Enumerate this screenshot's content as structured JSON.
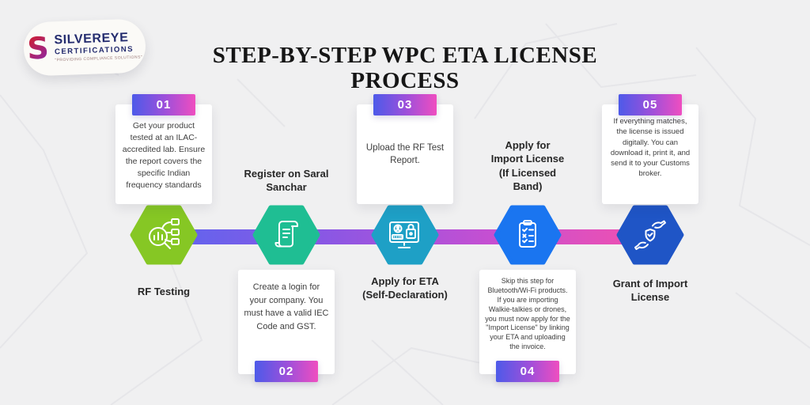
{
  "title": "STEP-BY-STEP WPC ETA LICENSE PROCESS",
  "logo": {
    "monogram": "S",
    "brand": "SILVEREYE",
    "sub": "CERTIFICATIONS",
    "tagline": "\"PROVIDING COMPLIANCE SOLUTIONS\""
  },
  "theme": {
    "background": "#f0f0f1",
    "card_background": "#ffffff",
    "title_color": "#161616",
    "card_text_color": "#3e3e3e",
    "label_color": "#272727",
    "badge_gradient": [
      "#4d5ae9",
      "#ef4ec0"
    ],
    "timeline_gradient": [
      "#5c66ef",
      "#8a57e4",
      "#c44fd2",
      "#f350ae"
    ]
  },
  "steps": [
    {
      "number": "01",
      "position": "top",
      "card_text": "Get your product tested at an ILAC-accredited lab. Ensure the report covers the specific Indian frequency standards",
      "label": "RF Testing",
      "hex_color": "#86c724",
      "icon": "rf-analysis-icon"
    },
    {
      "number": "02",
      "position": "bottom",
      "card_text": "Create a login for your company. You must have a valid IEC Code and GST.",
      "label": "Register on Saral Sanchar",
      "hex_color": "#1fbe93",
      "icon": "scroll-document-icon"
    },
    {
      "number": "03",
      "position": "top",
      "card_text": "Upload the RF Test Report.",
      "label": "Apply for ETA (Self-Declaration)",
      "hex_color": "#1ea0c6",
      "icon": "computer-login-icon"
    },
    {
      "number": "04",
      "position": "bottom",
      "card_text": "Skip this step for Bluetooth/Wi-Fi products. If you are importing Walkie-talkies or drones, you must now apply for the \"Import License\" by linking your ETA and uploading the invoice.",
      "label": "Apply for Import License (If Licensed Band)",
      "hex_color": "#1a75f0",
      "icon": "checklist-clipboard-icon"
    },
    {
      "number": "05",
      "position": "top",
      "card_text": "If everything matches, the license is issued digitally. You can download it, print it, and send it to your Customs broker.",
      "label": "Grant of Import License",
      "hex_color": "#1f55c6",
      "icon": "hands-shield-icon"
    }
  ]
}
